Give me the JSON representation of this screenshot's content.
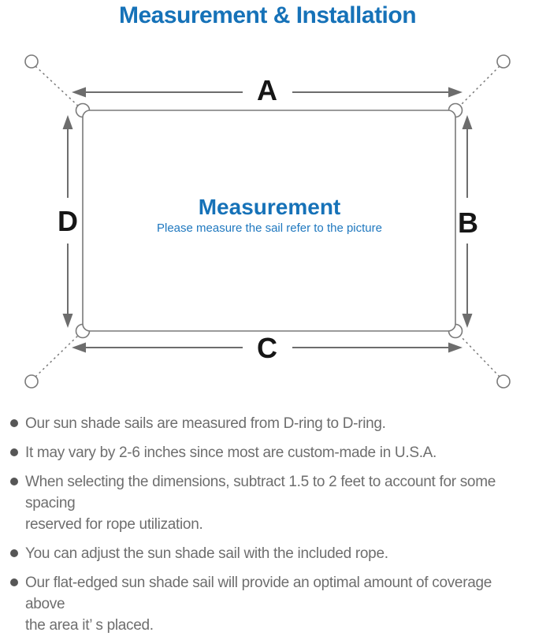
{
  "title": "Measurement & Installation",
  "colors": {
    "accent": "#1672b8",
    "subtitle": "#1f78bf",
    "line": "#7a7a7a",
    "arrow": "#6d6d6d",
    "label": "#161616",
    "text": "#6e6e6e"
  },
  "diagram": {
    "labels": {
      "top": "A",
      "right": "B",
      "bottom": "C",
      "left": "D"
    },
    "center_title": "Measurement",
    "center_subtitle": "Please measure the sail refer to the picture"
  },
  "notes": [
    "Our sun shade sails are measured from D-ring to D-ring.",
    "It may vary by 2-6 inches since most are custom-made in U.S.A.",
    "When selecting the dimensions, subtract 1.5 to 2 feet to account for some spacing\nreserved for rope utilization.",
    "You can adjust the sun shade sail with the included rope.",
    "Our flat-edged sun shade sail will provide an optimal amount of coverage above\nthe area it’ s placed."
  ]
}
